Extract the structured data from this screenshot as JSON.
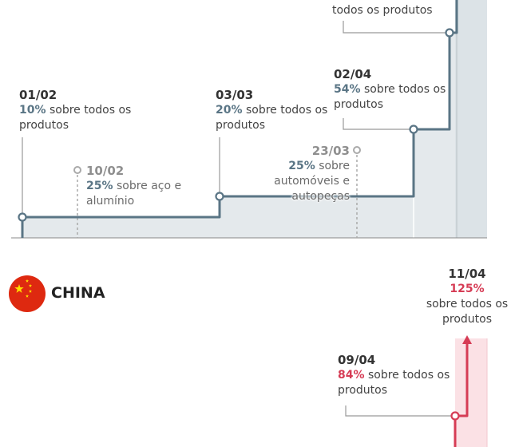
{
  "chart_data": [
    {
      "type": "line",
      "series": [
        {
          "values": [
            {
              "date": "01/02",
              "pct": "10%",
              "text": "sobre todos os produtos"
            },
            {
              "date": "10/02",
              "pct": "25%",
              "text": "sobre aço e alumínio"
            },
            {
              "date": "03/03",
              "pct": "20%",
              "text": "sobre todos os produtos"
            },
            {
              "date": "23/03",
              "pct": "25%",
              "text": "sobre automóveis e autopeças"
            },
            {
              "date": "02/04",
              "pct": "54%",
              "text": "sobre todos os produtos"
            },
            {
              "date": "",
              "pct": "",
              "text": "todos os produtos"
            }
          ]
        }
      ],
      "colors": {
        "line": "#5a7585",
        "fill": "#e4e9ec",
        "faded": "#aaaaaa"
      }
    },
    {
      "type": "line",
      "title": "CHINA",
      "series": [
        {
          "values": [
            {
              "date": "09/04",
              "pct": "84%",
              "text": "sobre todos os produtos"
            },
            {
              "date": "11/04",
              "pct": "125%",
              "text": "sobre todos os produtos"
            }
          ]
        }
      ],
      "colors": {
        "line": "#d63c55",
        "fill": "#fbe1e5",
        "flag_red": "#de2910",
        "flag_star": "#ffde00"
      }
    }
  ]
}
